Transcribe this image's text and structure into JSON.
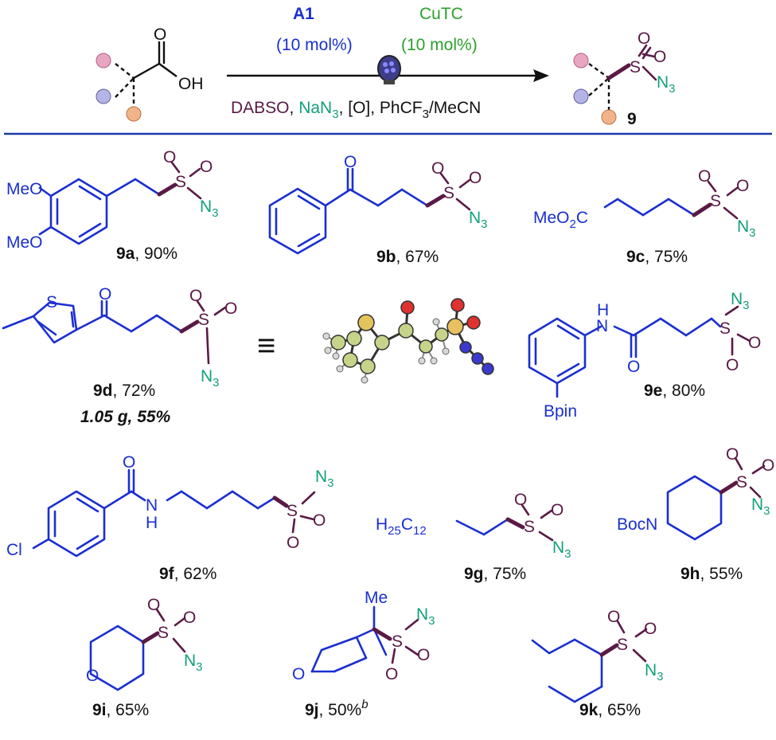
{
  "reaction": {
    "catalyst1": "A1",
    "catalyst1_loading": "(10 mol%)",
    "catalyst2": "CuTC",
    "catalyst2_loading": "(10 mol%)",
    "conditions": [
      "DABSO",
      ", ",
      "NaN",
      "3",
      ", [O], PhCF",
      "3",
      "/MeCN"
    ],
    "product_number": "9",
    "substrate_labels": {
      "carbonyl_o": "O",
      "hydroxyl": "OH"
    },
    "product_labels": {
      "s": "S",
      "o1": "O",
      "o2": "O",
      "n3": "N",
      "n3_sub": "3"
    }
  },
  "products": [
    {
      "id": "9a",
      "yield": ", 90%",
      "atoms": [
        "MeO",
        "MeO",
        "S",
        "O",
        "O",
        "N",
        "3"
      ]
    },
    {
      "id": "9b",
      "yield": ", 67%",
      "atoms": [
        "O",
        "S",
        "O",
        "O",
        "N",
        "3"
      ]
    },
    {
      "id": "9c",
      "yield": ", 75%",
      "atoms": [
        "MeO",
        "2",
        "C",
        "S",
        "O",
        "O",
        "N",
        "3"
      ]
    },
    {
      "id": "9d",
      "yield": ", 72%",
      "scale": "1.05 g, 55%",
      "atoms": [
        "S",
        "O",
        "S",
        "O",
        "O",
        "N",
        "3"
      ],
      "equiv": "≡"
    },
    {
      "id": "9e",
      "yield": ", 80%",
      "atoms": [
        "H",
        "N",
        "O",
        "Bpin",
        "S",
        "O",
        "O",
        "N",
        "3"
      ]
    },
    {
      "id": "9f",
      "yield": ", 62%",
      "atoms": [
        "O",
        "H",
        "N",
        "Cl",
        "S",
        "O",
        "O",
        "N",
        "3"
      ]
    },
    {
      "id": "9g",
      "yield": ", 75%",
      "atoms": [
        "H",
        "25",
        "C",
        "12",
        "S",
        "O",
        "O",
        "N",
        "3"
      ]
    },
    {
      "id": "9h",
      "yield": ", 55%",
      "atoms": [
        "BocN",
        "S",
        "O",
        "O",
        "N",
        "3"
      ]
    },
    {
      "id": "9i",
      "yield": ", 65%",
      "atoms": [
        "O",
        "S",
        "O",
        "O",
        "N",
        "3"
      ]
    },
    {
      "id": "9j",
      "yield": ", 50%",
      "footnote": "b",
      "atoms": [
        "Me",
        "O",
        "S",
        "O",
        "O",
        "N",
        "3"
      ]
    },
    {
      "id": "9k",
      "yield": ", 65%",
      "atoms": [
        "S",
        "O",
        "O",
        "N",
        "3"
      ]
    }
  ],
  "colors": {
    "skeleton": "#1a2fd0",
    "sulfonyl": "#5a1a45",
    "azide": "#13a07a",
    "cutc": "#2ca02c",
    "divider": "#1a3aa8",
    "dot_pink": "#e9a6c2",
    "dot_lavender": "#b4b4e6",
    "dot_orange": "#f1b48a"
  }
}
